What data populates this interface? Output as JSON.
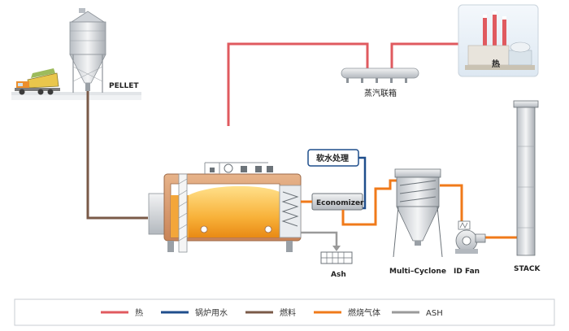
{
  "labels": {
    "pellet": "PELLET",
    "steam_header": "蒸汽联箱",
    "heat_user": "热",
    "water_treatment": "软水处理",
    "economizer": "Economizer",
    "ash": "Ash",
    "multi_cyclone": "Multi–Cyclone",
    "id_fan": "ID Fan",
    "stack": "STACK"
  },
  "legend": [
    {
      "label": "热",
      "color": "#e05a5f"
    },
    {
      "label": "锅炉用水",
      "color": "#1f4e8c"
    },
    {
      "label": "燃料",
      "color": "#7a5a48"
    },
    {
      "label": "燃烧气体",
      "color": "#f07a1a"
    },
    {
      "label": "ASH",
      "color": "#9a9a9a"
    }
  ],
  "colors": {
    "heat": "#e05a5f",
    "water": "#1f4e8c",
    "fuel": "#7a5a48",
    "gas": "#f07a1a",
    "ash": "#9a9a9a"
  }
}
